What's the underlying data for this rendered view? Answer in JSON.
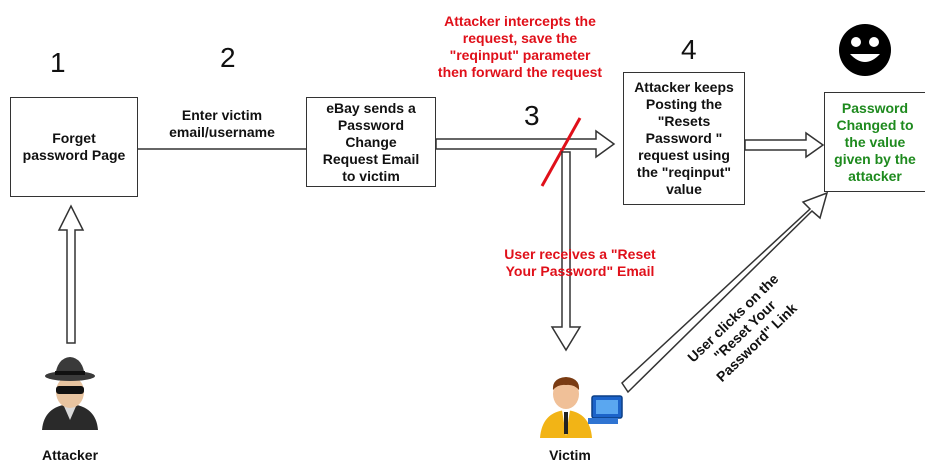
{
  "steps": {
    "s1": "1",
    "s2": "2",
    "s3": "3",
    "s4": "4"
  },
  "boxes": {
    "forget": "Forget\npassword Page",
    "ebay": "eBay sends a\nPassword\nChange\nRequest Email\nto victim",
    "keeps": "Attacker keeps\nPosting the\n\"Resets\nPassword \"\nrequest using\nthe \"reqinput\"\nvalue",
    "changed": "Password\nChanged to\nthe value\ngiven by the\nattacker"
  },
  "labels": {
    "enter_victim": "Enter victim\nemail/username",
    "intercepts": "Attacker intercepts the\nrequest, save the\n\"reqinput\" parameter\nthen forward the request",
    "user_receives": "User receives a \"Reset\nYour Password\" Email",
    "user_clicks": "User clicks on the\n\"Reset Your\nPassword\" Link",
    "attacker": "Attacker",
    "victim": "Victim"
  },
  "colors": {
    "red": "#e0101a",
    "green": "#1e8a1e",
    "box_border": "#333333"
  },
  "icons": {
    "smiley": "smiley-face-icon",
    "attacker": "attacker-spy-icon",
    "victim": "victim-computer-user-icon"
  }
}
